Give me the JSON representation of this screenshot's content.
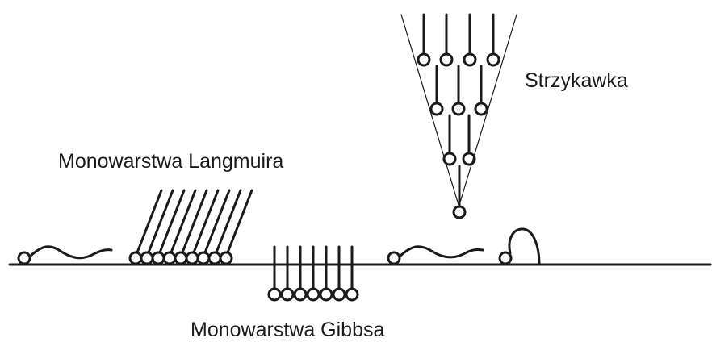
{
  "labels": {
    "syringe": "Strzykawka",
    "langmuir": "Monowarstwa Langmuira",
    "gibbs": "Monowarstwa Gibbsa"
  },
  "colors": {
    "ink": "#1a1a1a",
    "background": "#ffffff"
  }
}
